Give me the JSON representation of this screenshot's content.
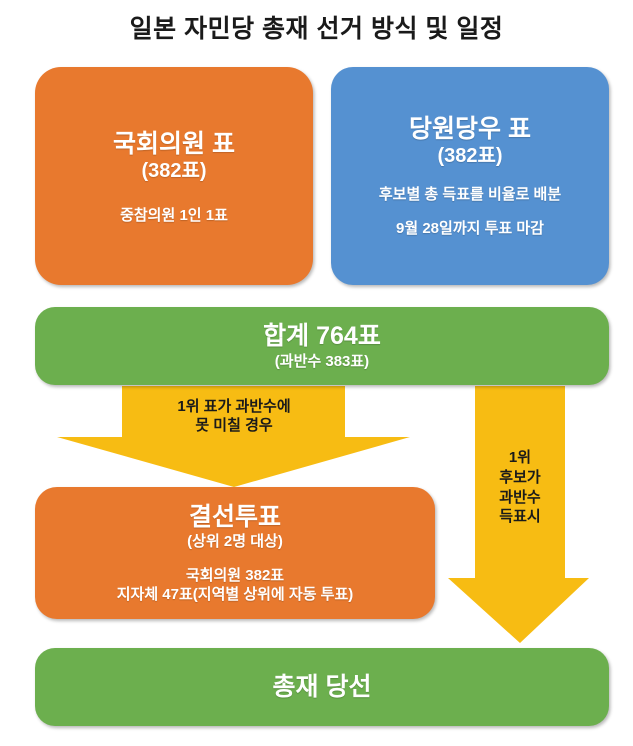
{
  "page": {
    "title": "일본 자민당 총재 선거 방식 및 일정"
  },
  "colors": {
    "orange": "#E8792E",
    "blue": "#5591D1",
    "green": "#6CAF4E",
    "yellow": "#F7BC13",
    "text_on_box": "#FFFFFF",
    "text_on_arrow": "#1A1A1A",
    "background": "#FFFFFF"
  },
  "boxes": {
    "diet_votes": {
      "head": "국회의원 표",
      "sub": "(382표)",
      "note": "중참의원 1인 1표",
      "color": "#E8792E"
    },
    "member_votes": {
      "head": "당원당우 표",
      "sub": "(382표)",
      "note1": "후보별 총 득표를 비율로 배분",
      "note2": "9월 28일까지 투표 마감",
      "color": "#5591D1"
    },
    "total_votes": {
      "head": "합계 764표",
      "sub": "(과반수 383표)",
      "color": "#6CAF4E"
    },
    "runoff": {
      "head": "결선투표",
      "sub": "(상위 2명 대상)",
      "note1": "국회의원 382표",
      "note2": "지자체 47표(지역별 상위에 자동 투표)",
      "color": "#E8792E"
    },
    "elected": {
      "head": "총재 당선",
      "color": "#6CAF4E"
    }
  },
  "arrows": {
    "to_runoff": {
      "label_line1": "1위 표가 과반수에",
      "label_line2": "못 미칠 경우",
      "color": "#F7BC13"
    },
    "to_elected": {
      "label_line1": "1위",
      "label_line2": "후보가",
      "label_line3": "과반수",
      "label_line4": "득표시",
      "color": "#F7BC13"
    }
  }
}
